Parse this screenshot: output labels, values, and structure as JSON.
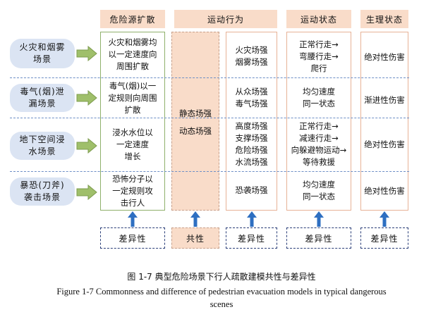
{
  "headers": {
    "hazard": "危险源扩散",
    "behavior": "运动行为",
    "state": "运动状态",
    "physio": "生理状态"
  },
  "scenarios": [
    {
      "line1": "火灾和烟雾",
      "line2": "场景"
    },
    {
      "line1": "毒气(烟)泄",
      "line2": "漏场景"
    },
    {
      "line1": "地下空间浸",
      "line2": "水场景"
    },
    {
      "line1": "暴恐(刀斧)",
      "line2": "袭击场景"
    }
  ],
  "hazard": [
    [
      "火灾和烟雾均",
      "以一定速度向",
      "周围扩散"
    ],
    [
      "毒气(烟)以一",
      "定规则向周围",
      "扩散"
    ],
    [
      "浸水水位以",
      "一定速度",
      "增长"
    ],
    [
      "恐怖分子以",
      "一定规则攻",
      "击行人"
    ]
  ],
  "common": [
    "静态场强",
    "动态场强"
  ],
  "behavior": [
    [
      "火灾场强",
      "烟雾场强"
    ],
    [
      "从众场强",
      "毒气场强"
    ],
    [
      "高度场强",
      "支撑场强",
      "危险场强",
      "水流场强"
    ],
    [
      "恐袭场强"
    ]
  ],
  "state": [
    [
      "正常行走→",
      "弯腰行走→",
      "爬行"
    ],
    [
      "均匀速度",
      "同一状态"
    ],
    [
      "正常行走→",
      "减速行走→",
      "向躲避物运动→",
      "等待救援"
    ],
    [
      "均匀速度",
      "同一状态"
    ]
  ],
  "physio": [
    "绝对性伤害",
    "渐进性伤害",
    "绝对性伤害",
    "绝对性伤害"
  ],
  "bottom": {
    "diff": "差异性",
    "common": "共性"
  },
  "caption": {
    "cn": "图 1-7  典型危险场景下行人疏散建模共性与差异性",
    "en1": "Figure 1-7 Commonness and difference of pedestrian evacuation models in typical dangerous",
    "en2": "scenes"
  },
  "colors": {
    "header_fill": "#f9dcc9",
    "pill_fill": "#dbe4f3",
    "arrow_green": "#9fbf6a",
    "arrow_blue": "#2e6fc1",
    "dash_blue": "#6d8fc6",
    "label_border": "#2a3e78"
  }
}
